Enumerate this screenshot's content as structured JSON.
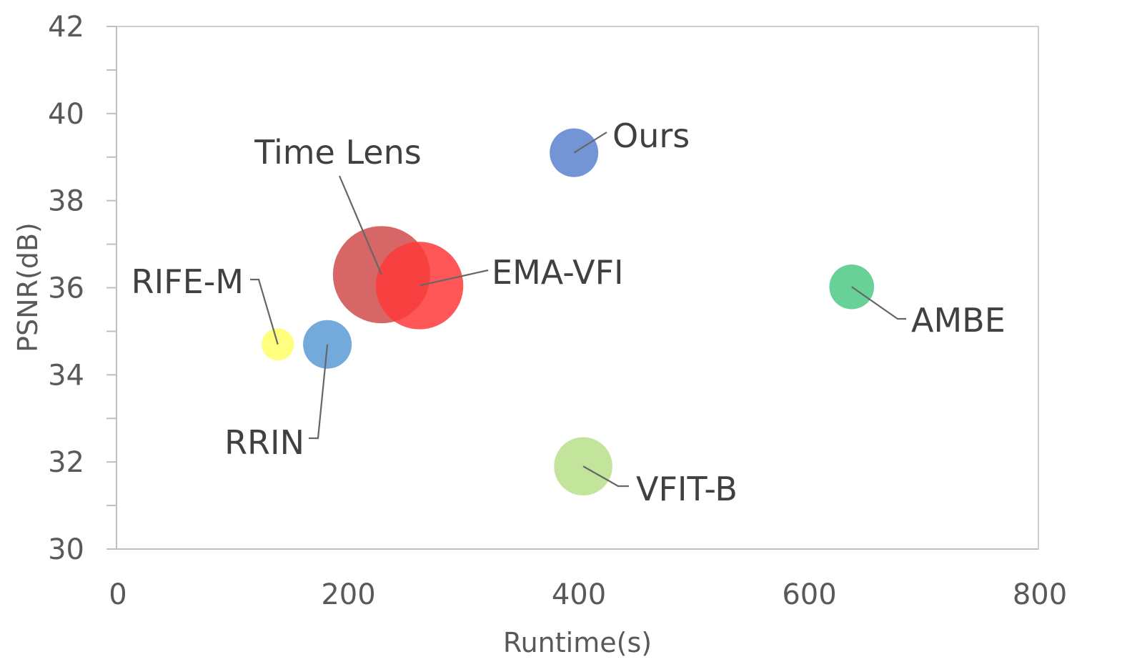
{
  "chart_data": {
    "type": "scatter",
    "subtype": "bubble",
    "title": "",
    "xlabel": "Runtime(s)",
    "ylabel": "PSNR(dB)",
    "xlim": [
      0,
      800
    ],
    "ylim": [
      30,
      42
    ],
    "x_ticks": [
      0,
      200,
      400,
      600,
      800
    ],
    "y_ticks": [
      30,
      32,
      34,
      36,
      38,
      40,
      42
    ],
    "x_tick_labels": [
      "0",
      "200",
      "400",
      "600",
      "800"
    ],
    "y_tick_labels": [
      "30",
      "32",
      "34",
      "36",
      "38",
      "40",
      "42"
    ],
    "grid": false,
    "points": [
      {
        "label": "RIFE-M",
        "x": 140,
        "y": 34.7,
        "color": "#FFFF66",
        "size": 0.33
      },
      {
        "label": "RRIN",
        "x": 183,
        "y": 34.7,
        "color": "#5B9BD5",
        "size": 0.5
      },
      {
        "label": "Time Lens",
        "x": 230,
        "y": 36.3,
        "color": "#D04B4B",
        "size": 1.0
      },
      {
        "label": "EMA-VFI",
        "x": 263,
        "y": 36.05,
        "color": "#FF3A3A",
        "size": 0.9
      },
      {
        "label": "Ours",
        "x": 397,
        "y": 39.1,
        "color": "#5B82CF",
        "size": 0.5
      },
      {
        "label": "VFIT-B",
        "x": 405,
        "y": 31.9,
        "color": "#B8E08A",
        "size": 0.6
      },
      {
        "label": "AMBE",
        "x": 638,
        "y": 36.02,
        "color": "#4DC985",
        "size": 0.46
      }
    ]
  }
}
